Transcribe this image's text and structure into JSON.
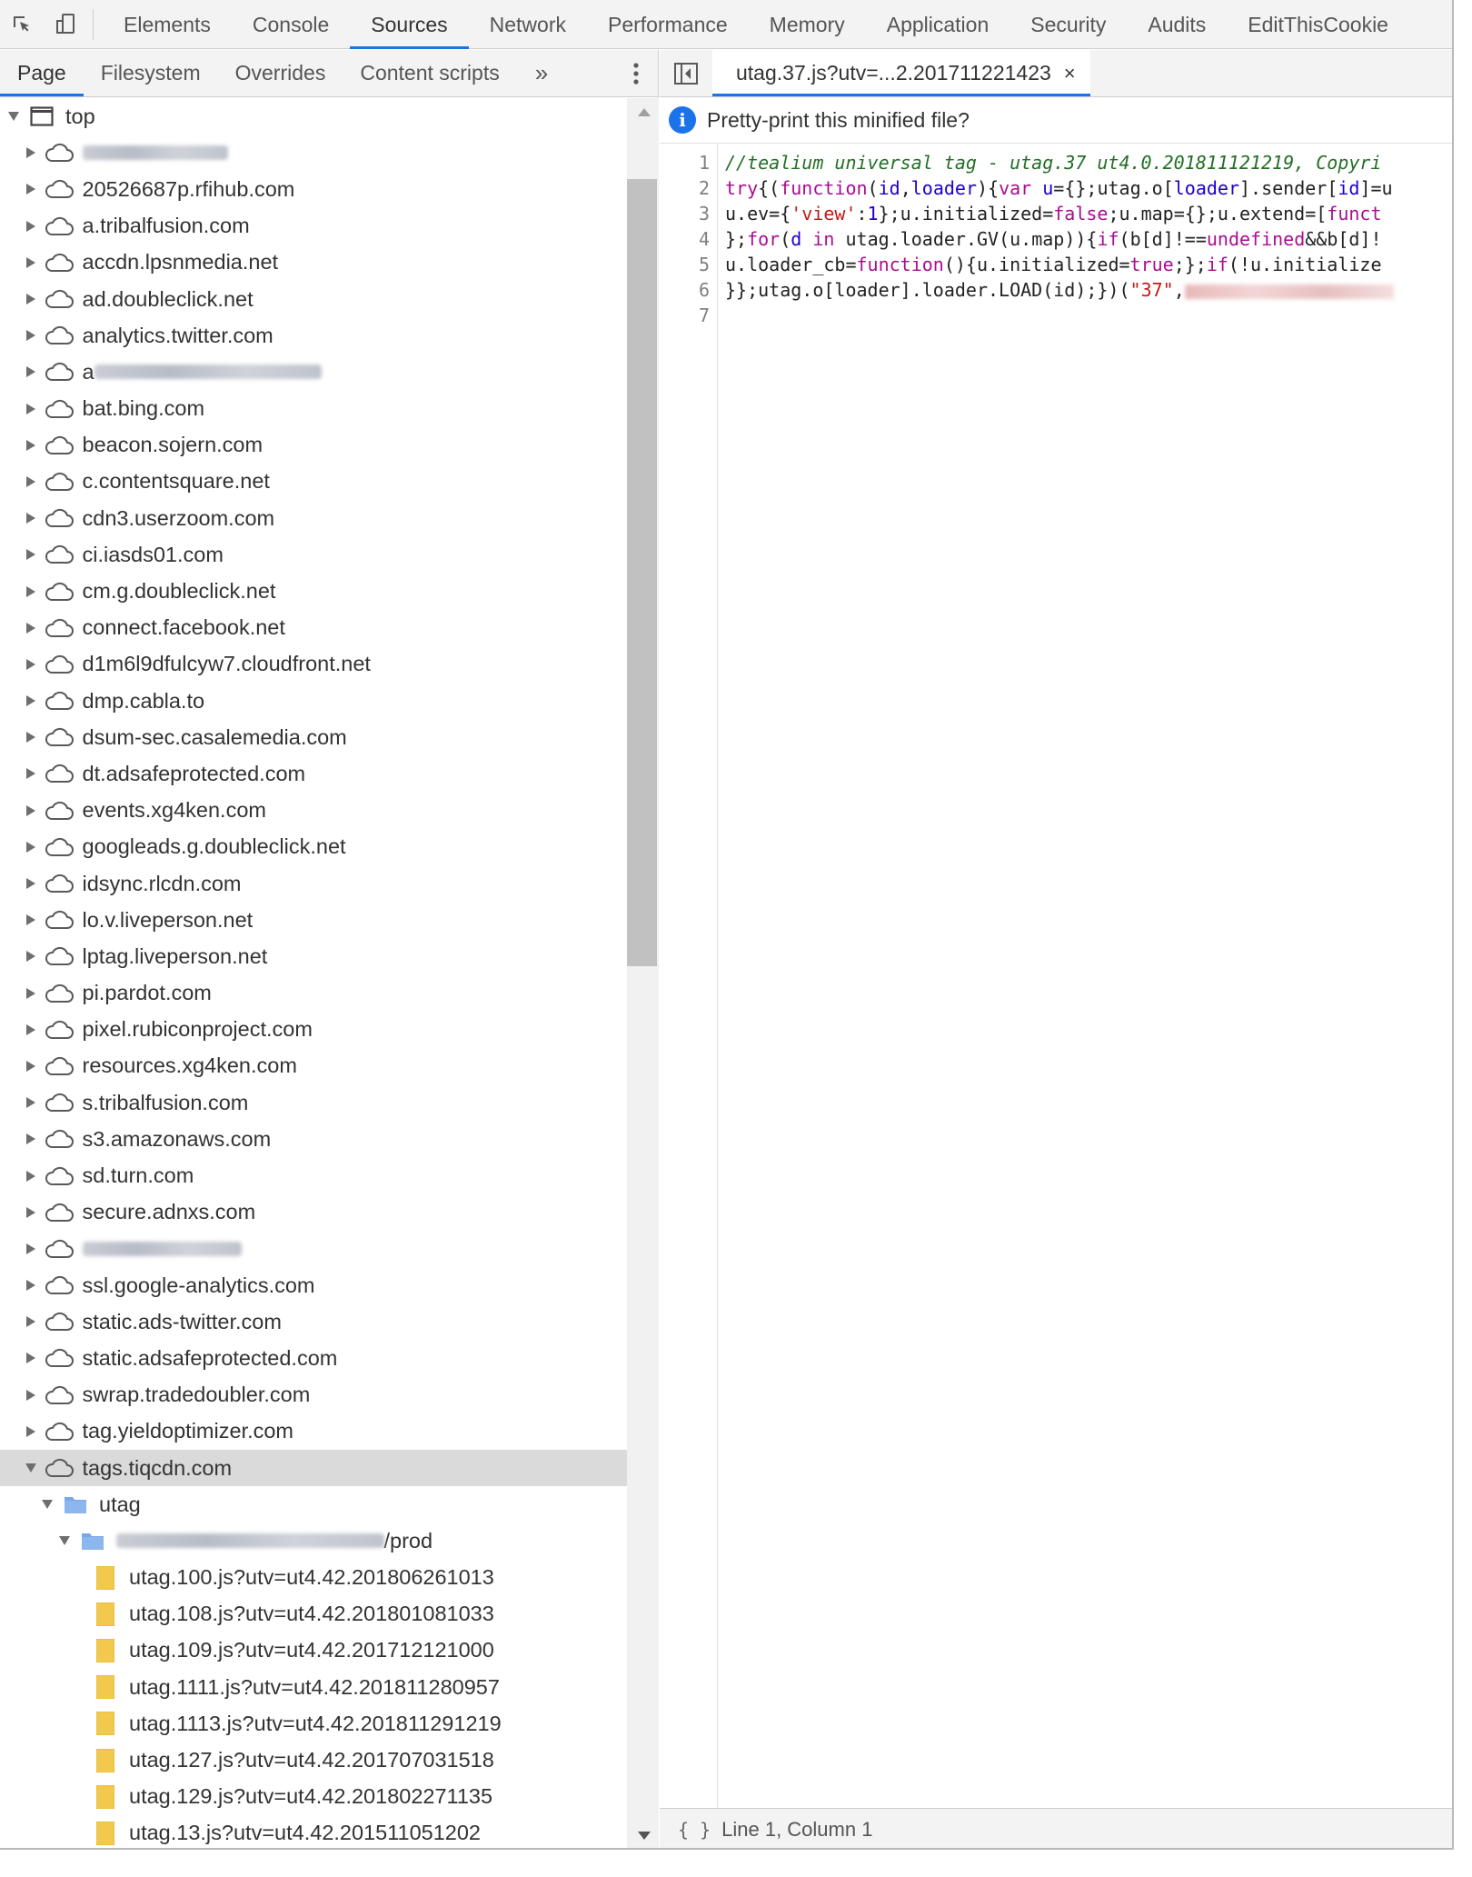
{
  "toolbar": {
    "tabs": [
      {
        "label": "Elements",
        "active": false
      },
      {
        "label": "Console",
        "active": false
      },
      {
        "label": "Sources",
        "active": true
      },
      {
        "label": "Network",
        "active": false
      },
      {
        "label": "Performance",
        "active": false
      },
      {
        "label": "Memory",
        "active": false
      },
      {
        "label": "Application",
        "active": false
      },
      {
        "label": "Security",
        "active": false
      },
      {
        "label": "Audits",
        "active": false
      },
      {
        "label": "EditThisCookie",
        "active": false
      }
    ]
  },
  "navigator": {
    "tabs": [
      {
        "label": "Page",
        "active": true
      },
      {
        "label": "Filesystem",
        "active": false
      },
      {
        "label": "Overrides",
        "active": false
      },
      {
        "label": "Content scripts",
        "active": false
      }
    ],
    "more_glyph": "»",
    "tree": [
      {
        "label": "top",
        "type": "frame",
        "depth": 0,
        "expanded": true
      },
      {
        "label": "",
        "type": "domain",
        "depth": 1,
        "blurred": true,
        "blur_w": 160
      },
      {
        "label": "20526687p.rfihub.com",
        "type": "domain",
        "depth": 1
      },
      {
        "label": "a.tribalfusion.com",
        "type": "domain",
        "depth": 1
      },
      {
        "label": "accdn.lpsnmedia.net",
        "type": "domain",
        "depth": 1
      },
      {
        "label": "ad.doubleclick.net",
        "type": "domain",
        "depth": 1
      },
      {
        "label": "analytics.twitter.com",
        "type": "domain",
        "depth": 1
      },
      {
        "label": "a",
        "type": "domain",
        "depth": 1,
        "blurred_suffix": true,
        "blur_w": 250
      },
      {
        "label": "bat.bing.com",
        "type": "domain",
        "depth": 1
      },
      {
        "label": "beacon.sojern.com",
        "type": "domain",
        "depth": 1
      },
      {
        "label": "c.contentsquare.net",
        "type": "domain",
        "depth": 1
      },
      {
        "label": "cdn3.userzoom.com",
        "type": "domain",
        "depth": 1
      },
      {
        "label": "ci.iasds01.com",
        "type": "domain",
        "depth": 1
      },
      {
        "label": "cm.g.doubleclick.net",
        "type": "domain",
        "depth": 1
      },
      {
        "label": "connect.facebook.net",
        "type": "domain",
        "depth": 1
      },
      {
        "label": "d1m6l9dfulcyw7.cloudfront.net",
        "type": "domain",
        "depth": 1
      },
      {
        "label": "dmp.cabla.to",
        "type": "domain",
        "depth": 1
      },
      {
        "label": "dsum-sec.casalemedia.com",
        "type": "domain",
        "depth": 1
      },
      {
        "label": "dt.adsafeprotected.com",
        "type": "domain",
        "depth": 1
      },
      {
        "label": "events.xg4ken.com",
        "type": "domain",
        "depth": 1
      },
      {
        "label": "googleads.g.doubleclick.net",
        "type": "domain",
        "depth": 1
      },
      {
        "label": "idsync.rlcdn.com",
        "type": "domain",
        "depth": 1
      },
      {
        "label": "lo.v.liveperson.net",
        "type": "domain",
        "depth": 1
      },
      {
        "label": "lptag.liveperson.net",
        "type": "domain",
        "depth": 1
      },
      {
        "label": "pi.pardot.com",
        "type": "domain",
        "depth": 1
      },
      {
        "label": "pixel.rubiconproject.com",
        "type": "domain",
        "depth": 1
      },
      {
        "label": "resources.xg4ken.com",
        "type": "domain",
        "depth": 1
      },
      {
        "label": "s.tribalfusion.com",
        "type": "domain",
        "depth": 1
      },
      {
        "label": "s3.amazonaws.com",
        "type": "domain",
        "depth": 1
      },
      {
        "label": "sd.turn.com",
        "type": "domain",
        "depth": 1
      },
      {
        "label": "secure.adnxs.com",
        "type": "domain",
        "depth": 1
      },
      {
        "label": "",
        "type": "domain",
        "depth": 1,
        "blurred": true,
        "blur_w": 175
      },
      {
        "label": "ssl.google-analytics.com",
        "type": "domain",
        "depth": 1
      },
      {
        "label": "static.ads-twitter.com",
        "type": "domain",
        "depth": 1
      },
      {
        "label": "static.adsafeprotected.com",
        "type": "domain",
        "depth": 1
      },
      {
        "label": "swrap.tradedoubler.com",
        "type": "domain",
        "depth": 1
      },
      {
        "label": "tag.yieldoptimizer.com",
        "type": "domain",
        "depth": 1
      },
      {
        "label": "tags.tiqcdn.com",
        "type": "domain",
        "depth": 1,
        "expanded": true,
        "selected": true
      },
      {
        "label": "utag",
        "type": "folder",
        "depth": 2,
        "expanded": true
      },
      {
        "label": "/prod",
        "type": "folder",
        "depth": 3,
        "expanded": true,
        "blurred_prefix": true,
        "blur_w": 295
      },
      {
        "label": "utag.100.js?utv=ut4.42.201806261013",
        "type": "file",
        "depth": 4
      },
      {
        "label": "utag.108.js?utv=ut4.42.201801081033",
        "type": "file",
        "depth": 4
      },
      {
        "label": "utag.109.js?utv=ut4.42.201712121000",
        "type": "file",
        "depth": 4
      },
      {
        "label": "utag.1111.js?utv=ut4.42.201811280957",
        "type": "file",
        "depth": 4
      },
      {
        "label": "utag.1113.js?utv=ut4.42.201811291219",
        "type": "file",
        "depth": 4
      },
      {
        "label": "utag.127.js?utv=ut4.42.201707031518",
        "type": "file",
        "depth": 4
      },
      {
        "label": "utag.129.js?utv=ut4.42.201802271135",
        "type": "file",
        "depth": 4
      },
      {
        "label": "utag.13.js?utv=ut4.42.201511051202",
        "type": "file",
        "depth": 4
      }
    ]
  },
  "editor": {
    "tab_label": "utag.37.js?utv=...2.201711221423",
    "close_glyph": "×",
    "infobar_text": "Pretty-print this minified file?",
    "info_glyph": "i",
    "code_lines": [
      [
        {
          "t": "//tealium universal tag - utag.37 ut4.0.201811121219, Copyri",
          "c": "comment"
        }
      ],
      [
        {
          "t": "try",
          "c": "kw"
        },
        {
          "t": "{(",
          "c": "def"
        },
        {
          "t": "function",
          "c": "kw"
        },
        {
          "t": "(",
          "c": "def"
        },
        {
          "t": "id",
          "c": "var"
        },
        {
          "t": ",",
          "c": "def"
        },
        {
          "t": "loader",
          "c": "var"
        },
        {
          "t": "){",
          "c": "def"
        },
        {
          "t": "var",
          "c": "kw"
        },
        {
          "t": " ",
          "c": "def"
        },
        {
          "t": "u",
          "c": "var"
        },
        {
          "t": "={};utag.o[",
          "c": "def"
        },
        {
          "t": "loader",
          "c": "var"
        },
        {
          "t": "].sender[",
          "c": "def"
        },
        {
          "t": "id",
          "c": "var"
        },
        {
          "t": "]=u",
          "c": "def"
        }
      ],
      [
        {
          "t": "u.ev={",
          "c": "def"
        },
        {
          "t": "'view'",
          "c": "str"
        },
        {
          "t": ":",
          "c": "def"
        },
        {
          "t": "1",
          "c": "var"
        },
        {
          "t": "};u.initialized=",
          "c": "def"
        },
        {
          "t": "false",
          "c": "kw"
        },
        {
          "t": ";u.map={};u.extend=[",
          "c": "def"
        },
        {
          "t": "funct",
          "c": "kw"
        }
      ],
      [
        {
          "t": "};",
          "c": "def"
        },
        {
          "t": "for",
          "c": "kw"
        },
        {
          "t": "(",
          "c": "def"
        },
        {
          "t": "d",
          "c": "var"
        },
        {
          "t": " ",
          "c": "def"
        },
        {
          "t": "in",
          "c": "kw"
        },
        {
          "t": " utag.loader.GV(u.map)){",
          "c": "def"
        },
        {
          "t": "if",
          "c": "kw"
        },
        {
          "t": "(b[d]!==",
          "c": "def"
        },
        {
          "t": "undefined",
          "c": "kw"
        },
        {
          "t": "&&b[d]!",
          "c": "def"
        }
      ],
      [
        {
          "t": "u.loader_cb=",
          "c": "def"
        },
        {
          "t": "function",
          "c": "kw"
        },
        {
          "t": "(){u.initialized=",
          "c": "def"
        },
        {
          "t": "true",
          "c": "kw"
        },
        {
          "t": ";};",
          "c": "def"
        },
        {
          "t": "if",
          "c": "kw"
        },
        {
          "t": "(!u.initialize",
          "c": "def"
        }
      ],
      [
        {
          "t": "}};utag.o[loader].loader.LOAD(id);})(",
          "c": "def"
        },
        {
          "t": "\"37\"",
          "c": "str"
        },
        {
          "t": ",",
          "c": "def"
        },
        {
          "t": "",
          "c": "blur"
        }
      ],
      []
    ]
  },
  "status": {
    "braces": "{ }",
    "position": "Line 1, Column 1"
  }
}
